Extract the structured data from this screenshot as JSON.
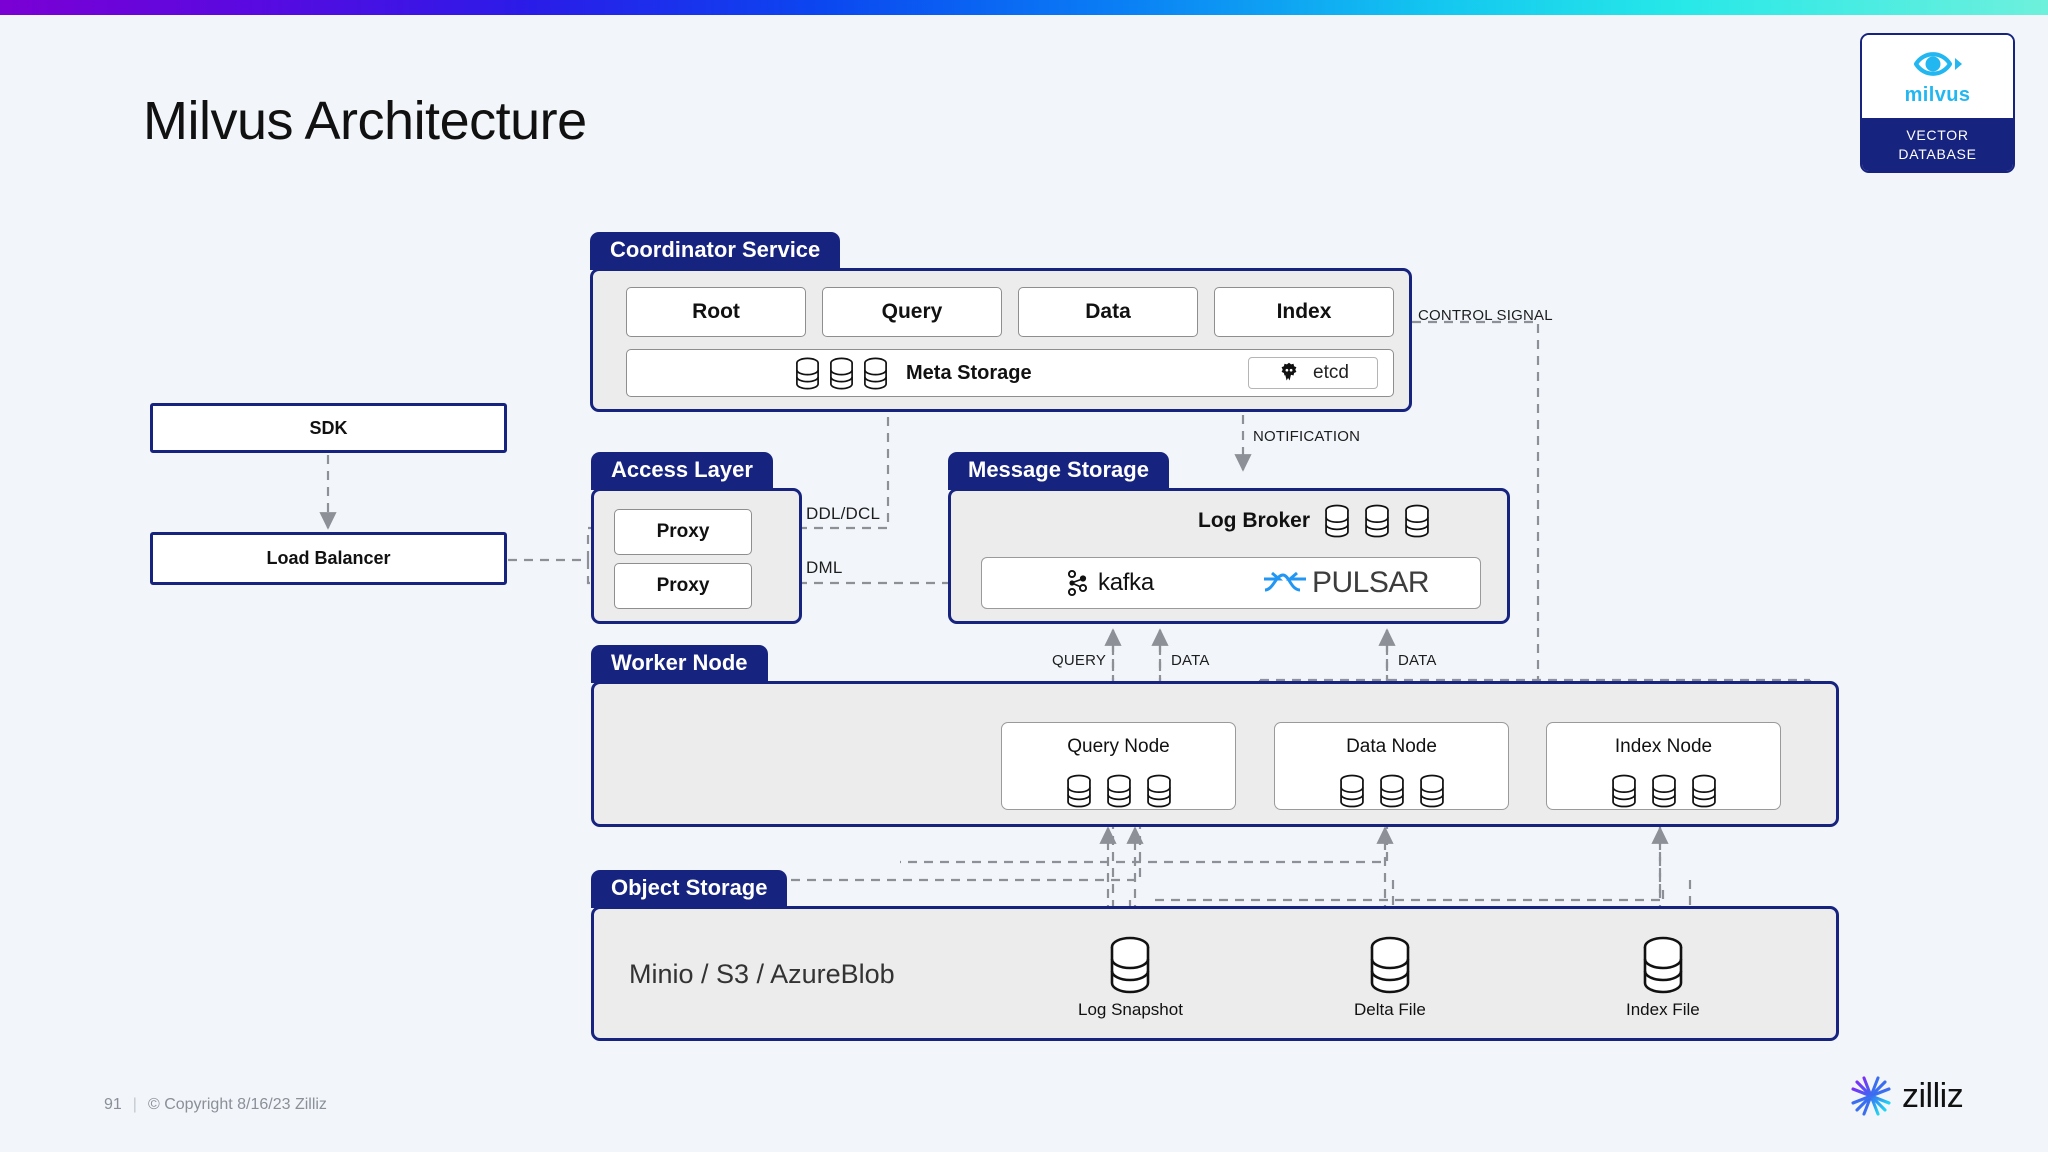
{
  "page": {
    "title": "Milvus Architecture",
    "background_color": "#f2f6fa",
    "accent_navy": "#16237f",
    "accent_cyan": "#22b7f0",
    "gradient_bar_colors": [
      "#7b00d4",
      "#2a1ce8",
      "#0a80f5",
      "#27e8e8",
      "#6ef0dc"
    ]
  },
  "brand_badge": {
    "logo_word": "milvus",
    "tagline_line1": "VECTOR",
    "tagline_line2": "DATABASE",
    "icon": "milvus-eye-icon"
  },
  "client": {
    "sdk_label": "SDK",
    "load_balancer_label": "Load Balancer"
  },
  "coordinator_service": {
    "title": "Coordinator Service",
    "coordinators": [
      "Root",
      "Query",
      "Data",
      "Index"
    ],
    "meta_storage": {
      "label": "Meta Storage",
      "cylinder_count": 3,
      "backend_label": "etcd",
      "backend_icon": "etcd-gopher-icon"
    }
  },
  "access_layer": {
    "title": "Access Layer",
    "proxies": [
      "Proxy",
      "Proxy"
    ]
  },
  "message_storage": {
    "title": "Message Storage",
    "log_broker_label": "Log Broker",
    "log_broker_cylinders": 3,
    "brokers": [
      {
        "name": "kafka",
        "icon": "kafka-icon"
      },
      {
        "name": "PULSAR",
        "icon": "pulsar-icon"
      }
    ]
  },
  "worker_node": {
    "title": "Worker Node",
    "nodes": [
      {
        "label": "Query Node",
        "cylinder_count": 3
      },
      {
        "label": "Data Node",
        "cylinder_count": 3
      },
      {
        "label": "Index Node",
        "cylinder_count": 3
      }
    ]
  },
  "object_storage": {
    "title": "Object Storage",
    "backends_label": "Minio / S3 / AzureBlob",
    "artifacts": [
      {
        "label": "Log Snapshot"
      },
      {
        "label": "Delta File"
      },
      {
        "label": "Index File"
      }
    ]
  },
  "flow_labels": {
    "ddl_dcl": "DDL/DCL",
    "dml": "DML",
    "control_signal": "CONTROL SIGNAL",
    "notification": "NOTIFICATION",
    "query": "QUERY",
    "data_left": "DATA",
    "data_right": "DATA"
  },
  "footer": {
    "page_number": "91",
    "separator": "|",
    "copyright": "© Copyright  8/16/23  Zilliz",
    "logo_word": "zilliz",
    "logo_icon": "zilliz-starburst-icon"
  }
}
